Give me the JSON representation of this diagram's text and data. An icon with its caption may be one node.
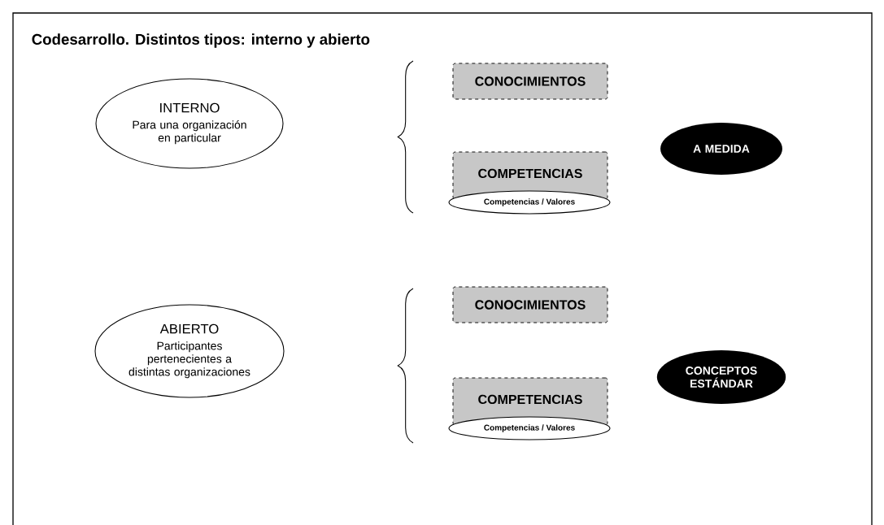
{
  "diagram": {
    "title": "Codesarrollo. Distintos tipos: interno y abierto",
    "nodes": [
      {
        "text": [
          "INTERNO",
          "Para una organización en particular"
        ]
      },
      {
        "text": [
          "CONOCIMIENTOS"
        ]
      },
      {
        "text": [
          "COMPETENCIAS"
        ]
      },
      {
        "text": [
          "Competencias / Valores"
        ]
      },
      {
        "text": [
          "A MEDIDA"
        ]
      },
      {
        "text": [
          "ABIERTO",
          "Participantes pertenecientes a distintas organizaciones"
        ]
      },
      {
        "text": [
          "CONOCIMIENTOS"
        ]
      },
      {
        "text": [
          "COMPETENCIAS"
        ]
      },
      {
        "text": [
          "Competencias / Valores"
        ]
      },
      {
        "text": [
          "CONCEPTOS ESTÁNDAR"
        ]
      }
    ]
  }
}
